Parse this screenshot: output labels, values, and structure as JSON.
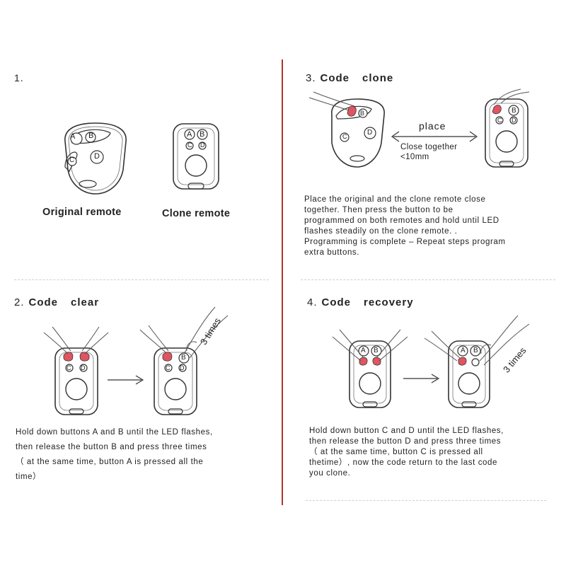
{
  "accent_color": "#b0342a",
  "highlight_color": "#e05560",
  "step1": {
    "number": "1.",
    "original_caption": "Original remote",
    "clone_caption": "Clone remote",
    "buttons_original": [
      "A",
      "B",
      "C",
      "D"
    ],
    "buttons_clone": [
      "A",
      "B",
      "C",
      "D"
    ]
  },
  "step2": {
    "number": "2.",
    "word1": "Code",
    "word2": "clear",
    "times_label": "3 times",
    "lines": [
      "Hold down buttons A and B until the LED flashes,",
      "then release the button B and press three times",
      "（ at the same time, button A is pressed all the",
      "time）"
    ]
  },
  "step3": {
    "number": "3.",
    "word1": "Code",
    "word2": "clone",
    "place_label": "place",
    "distance_line1": "Close together",
    "distance_line2": "<10mm",
    "lines": [
      "Place the original and the clone remote close",
      "together. Then press the button to be",
      "programmed on both remotes and hold until LED",
      "flashes steadily on the clone remote. .",
      "Programming is complete – Repeat steps program",
      "extra buttons."
    ]
  },
  "step4": {
    "number": "4.",
    "word1": "Code",
    "word2": "recovery",
    "times_label": "3 times",
    "lines": [
      "Hold down button C and D until the LED flashes,",
      "then release the button D and press three times",
      "（ at the same time, button C is pressed all",
      "thetime）, now the code return to the last code",
      "you clone."
    ]
  }
}
